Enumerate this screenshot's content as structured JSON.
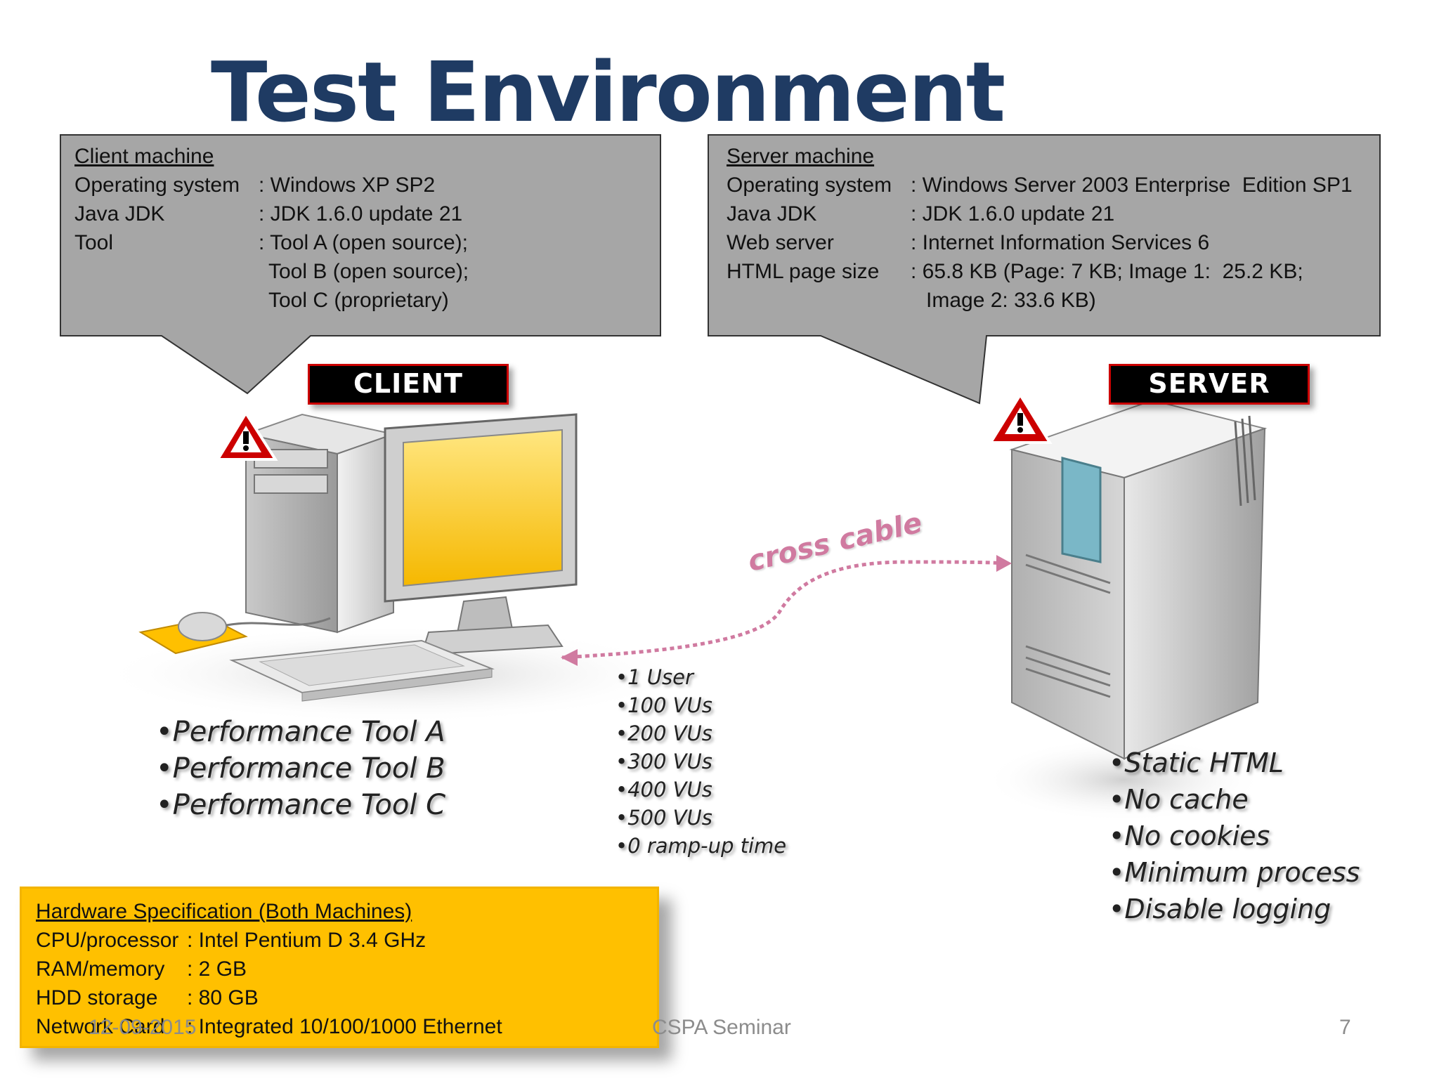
{
  "title": "Test Environment Setup",
  "client_box": {
    "heading": "Client machine",
    "rows": [
      {
        "label": "Operating system",
        "value": ": Windows XP SP2"
      },
      {
        "label": "Java JDK",
        "value": ": JDK 1.6.0 update 21"
      },
      {
        "label": "Tool",
        "value": ": Tool A (open source);"
      }
    ],
    "extra": [
      "Tool B (open source);",
      "Tool C (proprietary)"
    ]
  },
  "server_box": {
    "heading": "Server machine",
    "rows": [
      {
        "label": "Operating system",
        "value": ": Windows Server 2003 Enterprise  Edition SP1"
      },
      {
        "label": "Java JDK",
        "value": ": JDK 1.6.0 update 21"
      },
      {
        "label": "Web server",
        "value": ": Internet Information Services 6"
      },
      {
        "label": "HTML page size",
        "value": ": 65.8 KB (Page: 7 KB; Image 1:  25.2 KB;"
      }
    ],
    "extra": [
      "Image 2: 33.6 KB)"
    ]
  },
  "client_tag": "CLIENT",
  "server_tag": "SERVER",
  "cable_label": "cross cable",
  "client_tools": [
    "Performance Tool A",
    "Performance Tool B",
    "Performance Tool C"
  ],
  "load_levels": [
    "1 User",
    "100 VUs",
    "200 VUs",
    "300 VUs",
    "400 VUs",
    "500 VUs",
    "0 ramp-up time"
  ],
  "server_settings": [
    "Static HTML",
    "No cache",
    "No cookies",
    "Minimum process",
    "Disable logging"
  ],
  "hardware_box": {
    "heading": "Hardware Specification (Both Machines)",
    "rows": [
      {
        "label": "CPU/processor",
        "value": ": Intel Pentium D 3.4 GHz"
      },
      {
        "label": "RAM/memory",
        "value": ": 2 GB"
      },
      {
        "label": "HDD storage",
        "value": ": 80 GB"
      },
      {
        "label": "Network Card",
        "value": ": Integrated 10/100/1000 Ethernet"
      }
    ]
  },
  "footer": {
    "date": "12-09-2015",
    "center": "CSPA Seminar",
    "page": "7"
  },
  "colors": {
    "title": "#1f3b63",
    "callout_fill": "#a6a6a6",
    "hardware_fill": "#ffc000",
    "cable": "#d07aa0",
    "warning": "#cc0000"
  }
}
